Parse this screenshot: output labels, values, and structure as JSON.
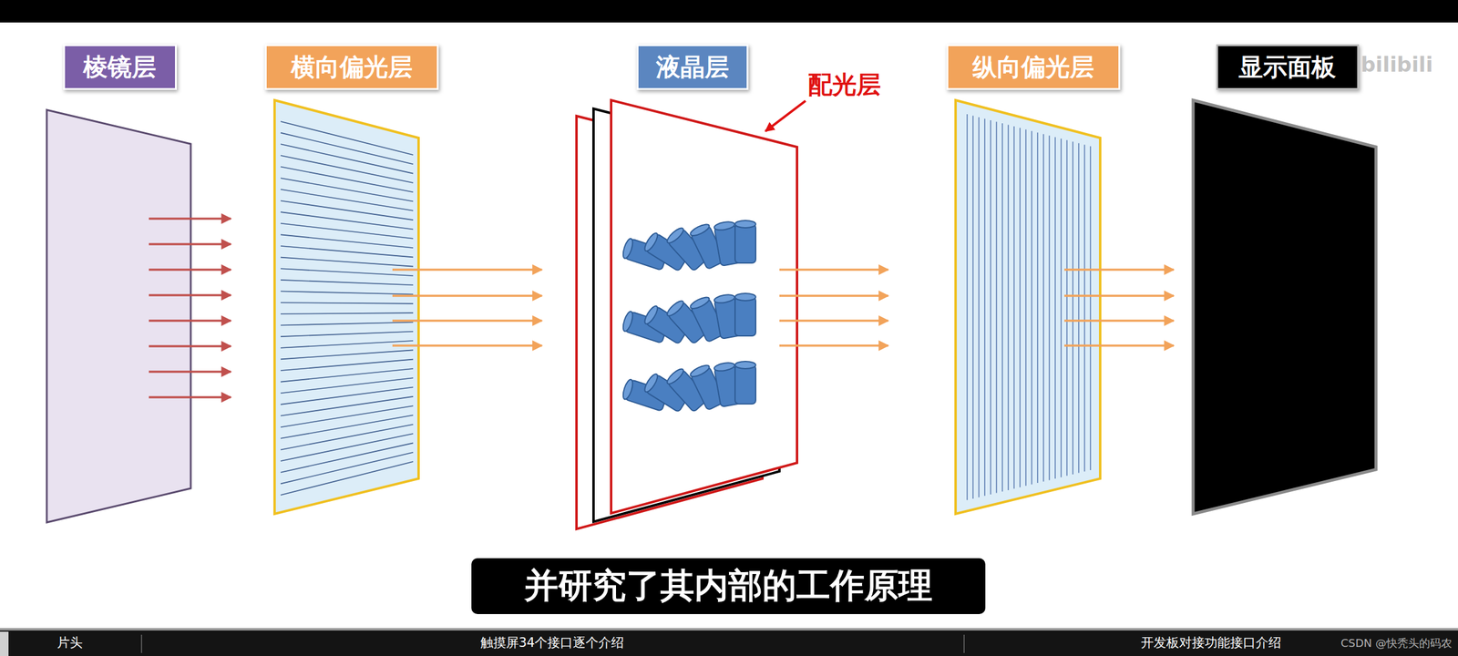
{
  "diagram": {
    "nodes": [
      {
        "text": [
          "棱镜层"
        ]
      },
      {
        "text": [
          "横向偏光层"
        ]
      },
      {
        "text": [
          "液晶层"
        ]
      },
      {
        "text": [
          "纵向偏光层"
        ]
      },
      {
        "text": [
          "显示面板"
        ]
      },
      {
        "text": [
          "并研究了其内部的工作原理"
        ]
      }
    ],
    "labels": [
      "配光层",
      "bilibili",
      "片头",
      "触摸屏34个接口逐个介绍",
      "开发板对接功能接口介绍",
      "CSDN @快秃头的码农"
    ]
  }
}
